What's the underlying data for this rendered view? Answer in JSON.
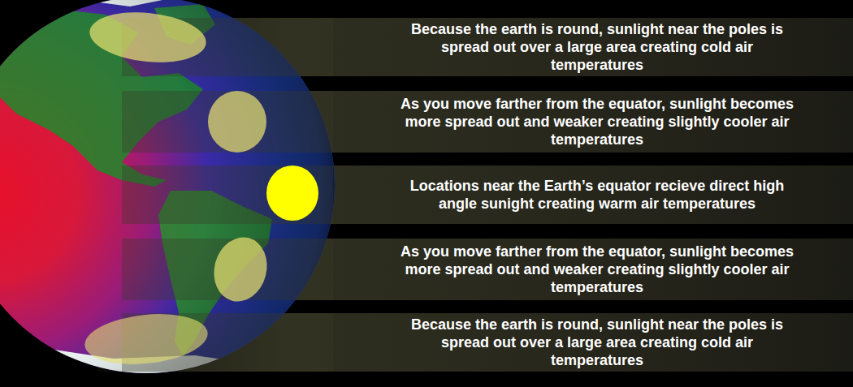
{
  "diagram": {
    "nodes": [
      {
        "text": [
          "Because the earth is round, sunlight near the poles is spread out over a large area creating cold air temperatures"
        ]
      },
      {
        "text": [
          "As you move farther from the equator, sunlight becomes more spread out and weaker creating slightly cooler air temperatures"
        ]
      },
      {
        "text": [
          "Locations near the Earth’s equator recieve direct high angle sunight creating warm air temperatures"
        ]
      },
      {
        "text": [
          "As you move farther from the equator, sunlight becomes more spread out and weaker creating slightly cooler air temperatures"
        ]
      },
      {
        "text": [
          "Because the earth is round, sunlight near the poles is spread out over a large area creating cold air temperatures"
        ]
      }
    ]
  }
}
